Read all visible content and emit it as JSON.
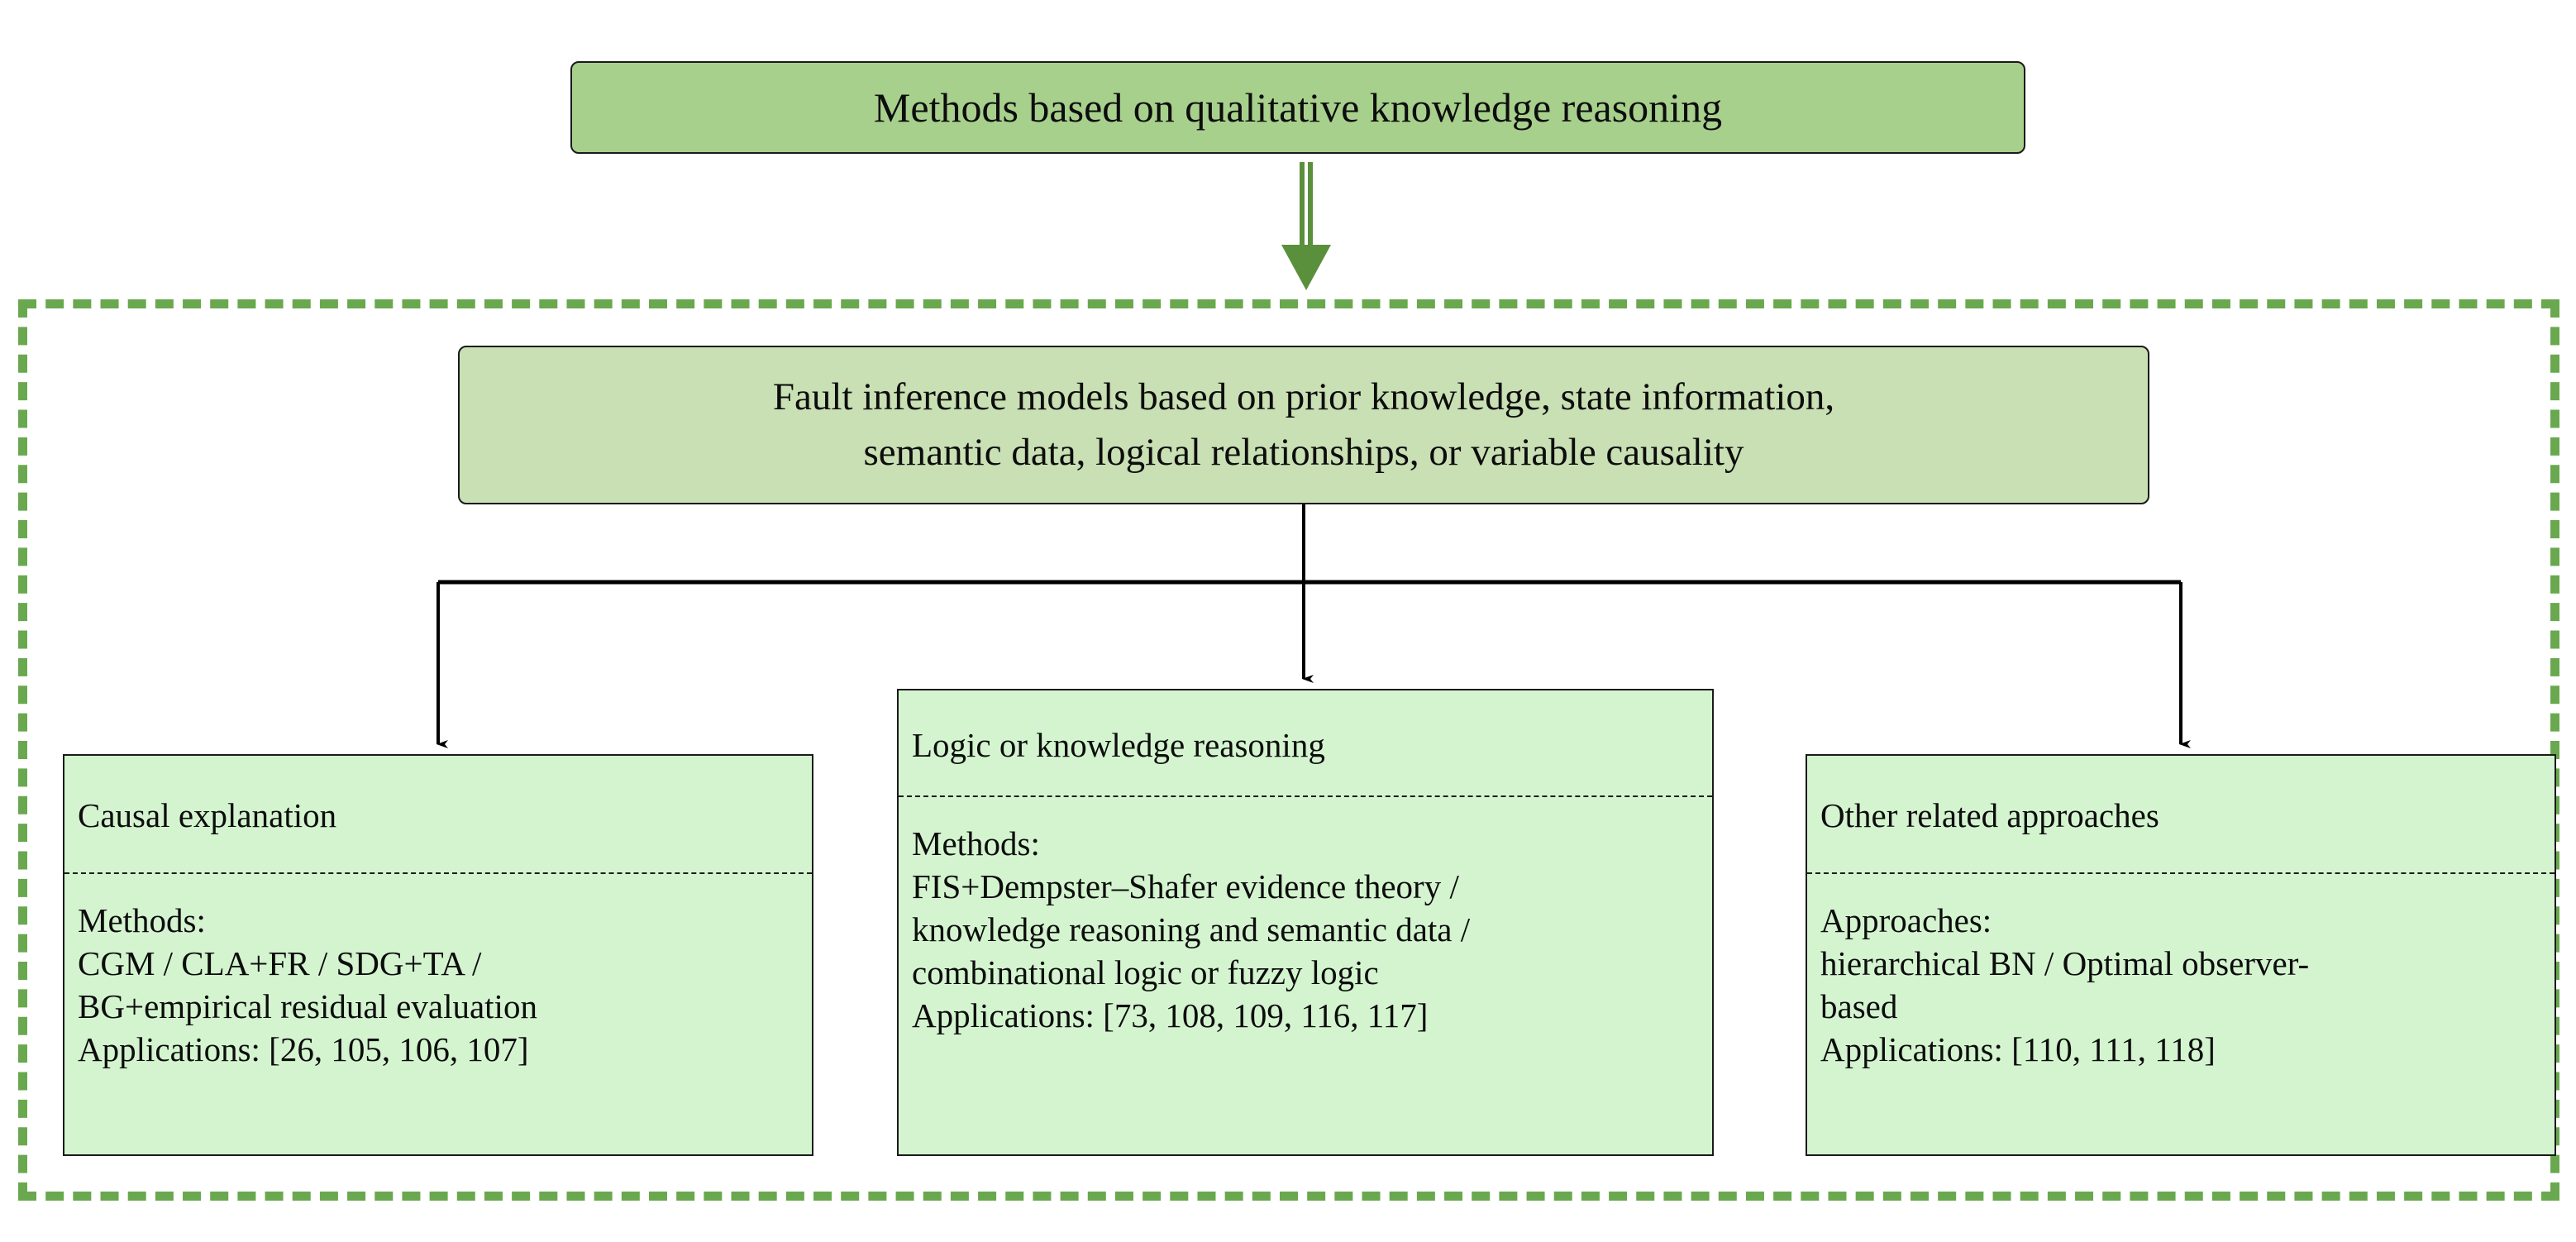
{
  "diagram": {
    "title_box": {
      "text": "Methods based on qualitative knowledge reasoning",
      "fill": "#a8d08d"
    },
    "arrow_down": {
      "icon": "down-block-arrow-icon",
      "color": "#5a8f3c"
    },
    "container": {
      "border_color": "#6aa84f",
      "border_style": "dashed"
    },
    "level2_box": {
      "fill": "#c9dfb4",
      "line1": "Fault inference models based on prior knowledge, state information,",
      "line2": "semantic data, logical relationships, or variable causality"
    },
    "connector_color": "#000000",
    "leaves": [
      {
        "id": "causal-explanation",
        "fill": "#d4f4d0",
        "heading": "Causal explanation",
        "body": [
          "Methods:",
          "CGM / CLA+FR / SDG+TA /",
          "BG+empirical residual evaluation",
          "Applications: [26, 105, 106, 107]"
        ]
      },
      {
        "id": "logic-or-knowledge-reasoning",
        "fill": "#d4f4d0",
        "heading": "Logic or knowledge reasoning",
        "body": [
          "Methods:",
          "FIS+Dempster–Shafer evidence theory /",
          "knowledge reasoning and semantic data /",
          "combinational logic or fuzzy logic",
          "Applications: [73, 108, 109, 116, 117]"
        ]
      },
      {
        "id": "other-related-approaches",
        "fill": "#d4f4d0",
        "heading": "Other related approaches",
        "body": [
          "Approaches:",
          "hierarchical BN / Optimal observer-",
          "based",
          "Applications: [110, 111, 118]"
        ]
      }
    ]
  }
}
